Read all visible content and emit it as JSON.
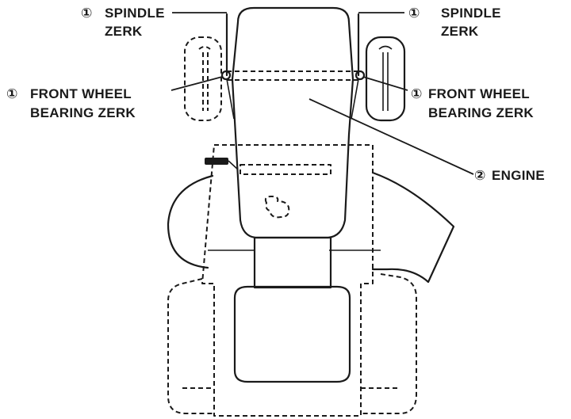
{
  "labels": {
    "spindle_left_num": "①",
    "spindle_left_line1": "SPINDLE",
    "spindle_left_line2": "ZERK",
    "spindle_right_num": "①",
    "spindle_right_line1": "SPINDLE",
    "spindle_right_line2": "ZERK",
    "fwb_left_num": "①",
    "fwb_left_line1": "FRONT WHEEL",
    "fwb_left_line2": "BEARING ZERK",
    "fwb_right_num": "①",
    "fwb_right_line1": "FRONT WHEEL",
    "fwb_right_line2": "BEARING ZERK",
    "engine_num": "②",
    "engine_label": "ENGINE"
  }
}
